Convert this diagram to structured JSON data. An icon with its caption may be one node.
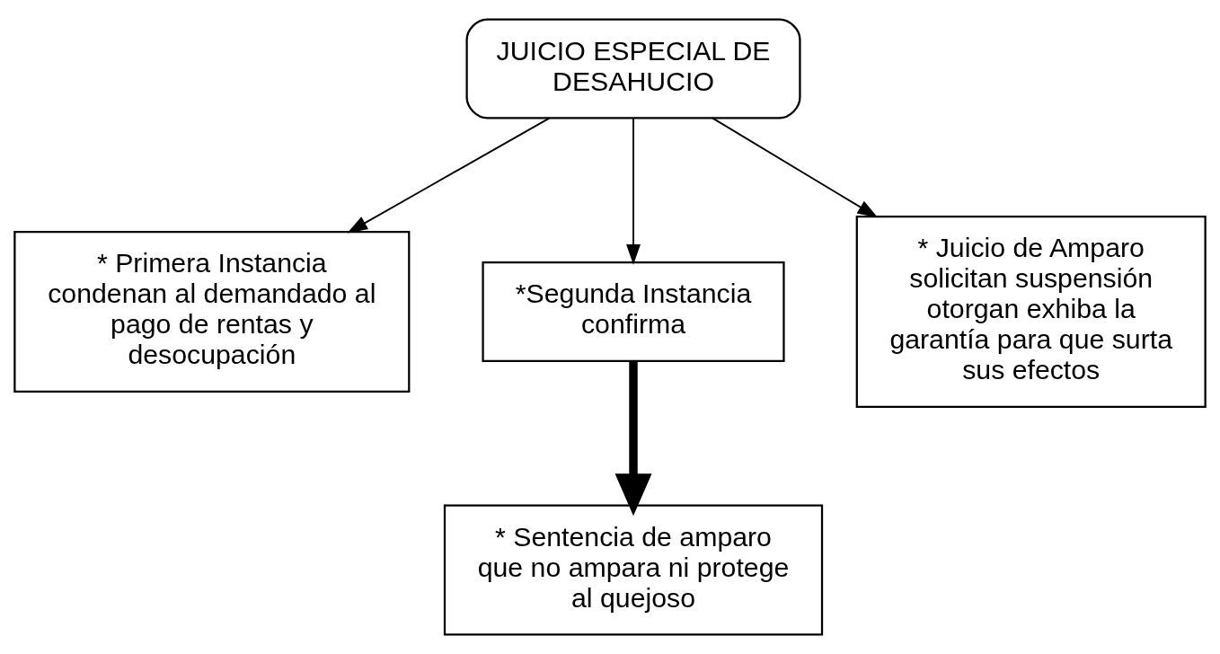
{
  "diagram": {
    "nodes": [
      {
        "text": [
          "JUICIO ESPECIAL DE DESAHUCIO"
        ]
      },
      {
        "text": [
          "* Primera Instancia",
          "condenan al demandado al pago de rentas y desocupación"
        ]
      },
      {
        "text": [
          "*Segunda Instancia",
          "confirma"
        ]
      },
      {
        "text": [
          "* Juicio de Amparo",
          "solicitan suspensión otorgan exhiba la garantía para que surta sus efectos"
        ]
      },
      {
        "text": [
          "* Sentencia de amparo que no ampara ni protege al quejoso"
        ]
      }
    ],
    "edges": [
      {
        "from": 0,
        "to": 1,
        "arrow": "to"
      },
      {
        "from": 0,
        "to": 2,
        "arrow": "to"
      },
      {
        "from": 0,
        "to": 3,
        "arrow": "to"
      },
      {
        "from": 2,
        "to": 4,
        "arrow": "to",
        "style": "thick"
      }
    ]
  }
}
